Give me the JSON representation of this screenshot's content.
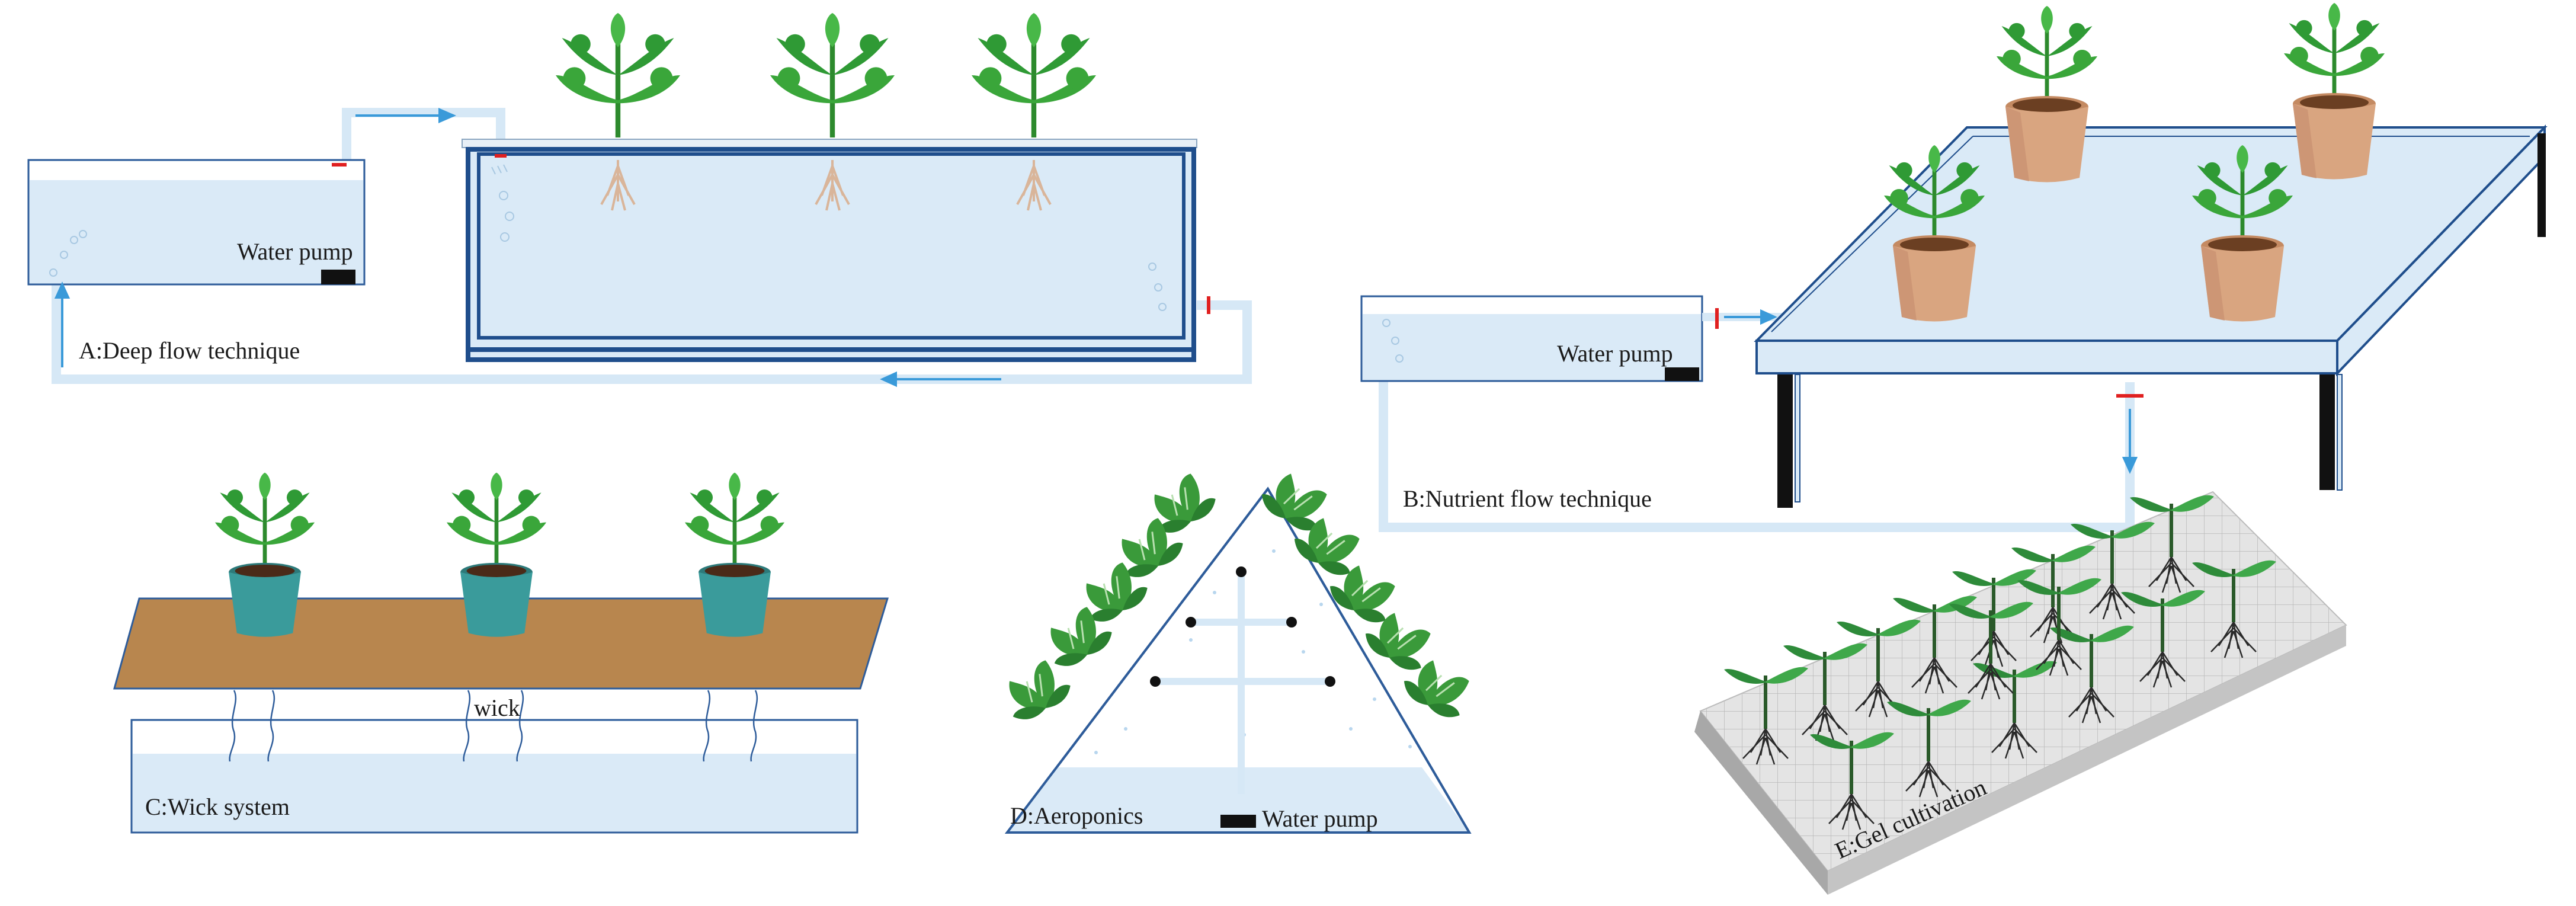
{
  "panels": {
    "a": {
      "caption": "A:Deep  flow technique",
      "pump_label": "Water pump"
    },
    "b": {
      "caption": "B:Nutrient flow technique",
      "pump_label": "Water pump"
    },
    "c": {
      "caption": "C:Wick system",
      "wick_label": "wick"
    },
    "d": {
      "caption": "D:Aeroponics",
      "pump_label": "Water pump"
    },
    "e": {
      "caption": "E:Gel cultivation"
    }
  },
  "colors": {
    "water": "#daeaf7",
    "pipe": "#d6e8f6",
    "tank_outline": "#2e5c9a",
    "frame": "#1f4e8c",
    "arrow": "#3a9ad9",
    "valve": "#e02020",
    "leaf": "#3aa63a",
    "leaf_dark": "#1f7a2a",
    "pot_terracotta": "#d9a580",
    "pot_teal": "#3a8f8f",
    "wick_board": "#b8864e",
    "gel_slab": "#d8d8d8"
  },
  "icons": [
    "plant-icon",
    "potted-plant-icon",
    "root-icon",
    "water-pump-icon",
    "valve-icon",
    "flow-arrow-icon",
    "spray-nozzle-icon"
  ]
}
